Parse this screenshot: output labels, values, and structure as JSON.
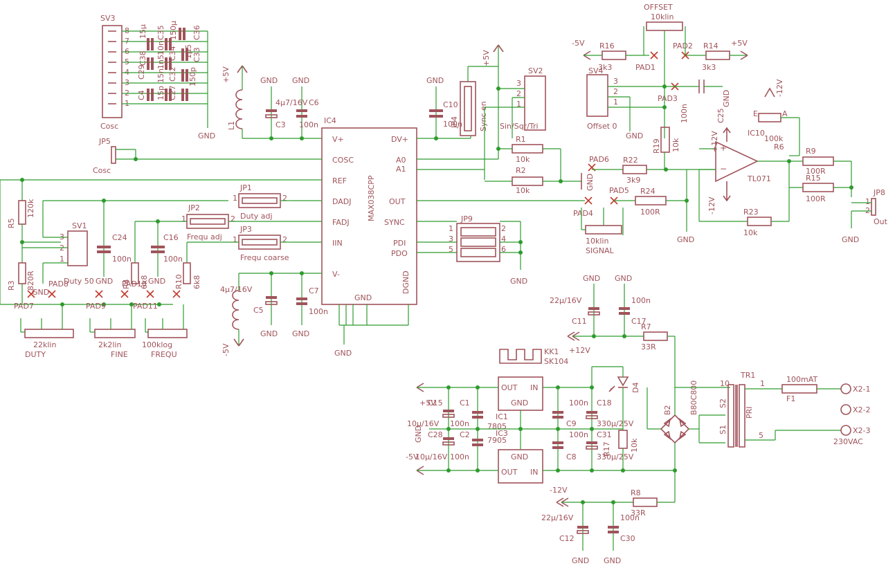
{
  "labels": {
    "sv3": "SV3",
    "cosc": "Cosc",
    "c36": "C36",
    "c35": "C35",
    "c34": "C34",
    "c33": "C33",
    "c32": "C32",
    "c38": "C38",
    "c15u": "15µ",
    "c150u": "150µ",
    "c1u5": "1µ5",
    "c10n": "10n",
    "c1n5": "1n5",
    "c150p": "150p",
    "c15n": "15n",
    "c29": "C29",
    "c27": "C27",
    "c4": "C4",
    "c15p": "15p",
    "pin8": "8",
    "pin7": "7",
    "pin6": "6",
    "pin5": "5",
    "pin4": "4",
    "pin3": "3",
    "pin2": "2",
    "pin1": "1",
    "plus5v": "+5V",
    "minus5v": "-5V",
    "gnd": "GND",
    "l1": "L1",
    "c3": "C3",
    "c6": "C6",
    "c3v": "4µ7/16V",
    "c6v": "100n",
    "ic4": "IC4",
    "max": "MAX038CPP",
    "dvplus": "DV+",
    "vplus": "V+",
    "coscpin": "COSC",
    "ref": "REF",
    "dadj": "DADJ",
    "fadj": "FADJ",
    "iin": "IIN",
    "vminus": "V-",
    "a0": "A0",
    "a1": "A1",
    "out": "OUT",
    "sync": "SYNC",
    "pdi": "PDI",
    "pdo": "PDO",
    "dgnd": "DGND",
    "jp5": "JP5",
    "jp5cosc": "Cosc",
    "jp1": "JP1",
    "jp1t": "Duty adj",
    "jp2": "JP2",
    "jp2t": "Frequ adj",
    "jp3": "JP3",
    "jp3t": "Frequ coarse",
    "jp4": "JP4",
    "jp4t": "Sync en",
    "jp9": "JP9",
    "jp8": "JP8",
    "jp8t": "Out",
    "sv1": "SV1",
    "sv1t": "Duty 50",
    "sv2": "SV2",
    "sv2t": "Sin/Sqr/Tri",
    "sv4": "SV4",
    "sv4t": "Offset 0",
    "r5": "R5",
    "r5v": "120k",
    "r3": "R3",
    "r3v": "820R",
    "c24": "C24",
    "c24v": "100n",
    "c16": "C16",
    "c16v": "100n",
    "r4": "R4",
    "r4v": "6k8",
    "r10": "R10",
    "r10v": "6k8",
    "c5": "C5",
    "c5v": "4µ7/16V",
    "c7": "C7",
    "c7v": "100n",
    "c10": "C10",
    "c10v": "100n",
    "pad7": "PAD7",
    "pad8": "PAD8",
    "pad9": "PAD9",
    "pad10": "PAD10",
    "pad11": "PAD11",
    "duty": "DUTY",
    "duty22k": "22klin",
    "fine": "FINE",
    "fine2k": "2k2lin",
    "frequ": "FREQU",
    "frequ100k": "100klog",
    "r1": "R1",
    "r1v": "10k",
    "r2": "R2",
    "r2v": "10k",
    "pad6": "PAD6",
    "pad5": "PAD5",
    "pad4": "PAD4",
    "pad3": "PAD3",
    "pad2": "PAD2",
    "pad1": "PAD1",
    "signal": "SIGNAL",
    "signal10k": "10klin",
    "r22": "R22",
    "r22v": "3k9",
    "r24": "R24",
    "r24v": "100R",
    "offset": "OFFSET",
    "offset10k": "10klin",
    "r16": "R16",
    "r16v": "3k3",
    "r14": "R14",
    "r14v": "3k3",
    "r19": "R19",
    "r19v": "10k",
    "c25": "C25",
    "c25v": "100n",
    "ic10": "IC10",
    "tl071": "TL071",
    "r6": "R6",
    "r6v": "100k",
    "r9": "R9",
    "r9v": "100R",
    "r15": "R15",
    "r15v": "100R",
    "r23": "R23",
    "r23v": "10k",
    "plus12v": "+12V",
    "minus12v": "-12V",
    "c11": "C11",
    "c11v": "22µ/16V",
    "c17": "C17",
    "c17v": "100n",
    "r7": "R7",
    "r7v": "33R",
    "kk1": "KK1",
    "sk104": "SK104",
    "ic1": "IC1",
    "ic1v": "7805",
    "ic3": "IC3",
    "ic3v": "7905",
    "c1": "C1",
    "c1v": "100n",
    "c2": "C2",
    "c2v": "100n",
    "c9": "C9",
    "c9v": "100n",
    "c8": "C8",
    "c8v": "100n",
    "c18": "C18",
    "c18v": "330µ/25V",
    "c31": "C31",
    "c31v": "330µ/25V",
    "c15": "C15",
    "c15v": "10µ/16V",
    "c28": "C28",
    "c28v": "10µ/16V",
    "r17": "R17",
    "r17v": "10k",
    "d4": "D4",
    "b2": "B2",
    "b80": "B80C800",
    "tr1": "TR1",
    "pri": "PRI",
    "s1": "S1",
    "s2": "S2",
    "f1": "F1",
    "f1v": "100mAT",
    "x21": "X2-1",
    "x22": "X2-2",
    "x23": "X2-3",
    "v230": "230VAC",
    "r8": "R8",
    "r8v": "33R",
    "c12": "C12",
    "c12v": "22µ/16V",
    "c30": "C30",
    "c30v": "100n",
    "vout": "OUT",
    "vin": "IN",
    "vgnd": "GND",
    "in1": "IN",
    "out1": "OUT"
  }
}
